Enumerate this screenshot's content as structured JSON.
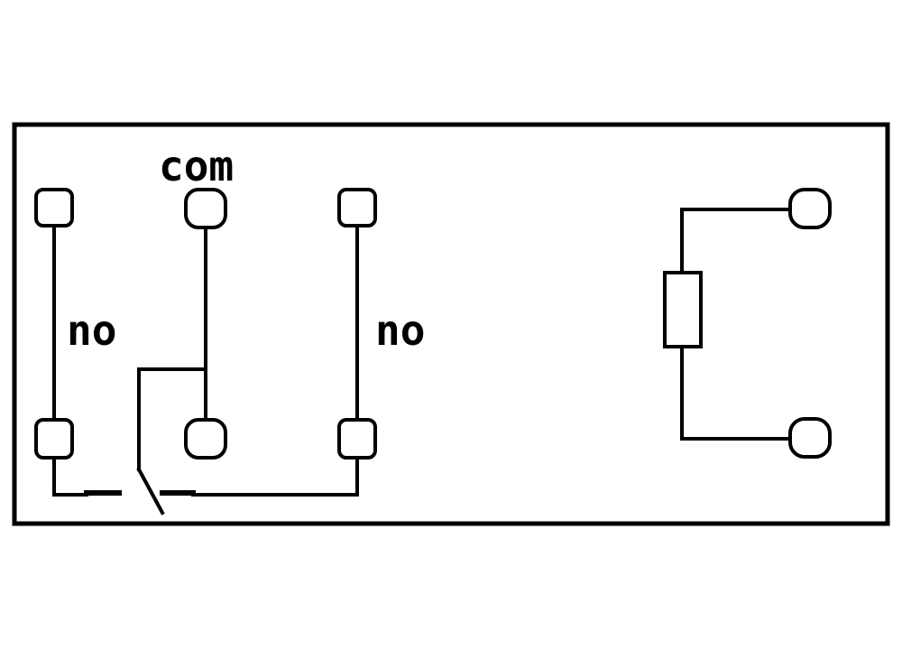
{
  "labels": {
    "com": "com",
    "no_left": "no",
    "no_right": "no"
  },
  "colors": {
    "line": "#000000",
    "background": "#ffffff"
  }
}
